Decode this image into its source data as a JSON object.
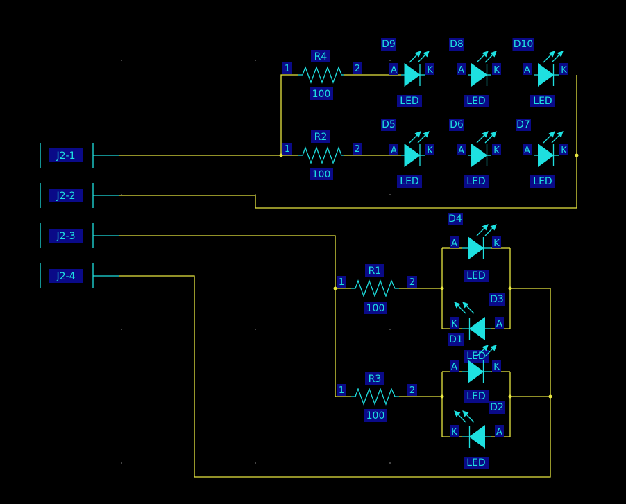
{
  "connector_pins": [
    "J2-1",
    "J2-2",
    "J2-3",
    "J2-4"
  ],
  "resistors": [
    {
      "ref": "R4",
      "value": "100",
      "pin1": "1",
      "pin2": "2"
    },
    {
      "ref": "R2",
      "value": "100",
      "pin1": "1",
      "pin2": "2"
    },
    {
      "ref": "R1",
      "value": "100",
      "pin1": "1",
      "pin2": "2"
    },
    {
      "ref": "R3",
      "value": "100",
      "pin1": "1",
      "pin2": "2"
    }
  ],
  "leds": [
    {
      "ref": "D9",
      "type": "LED",
      "anode": "A",
      "cathode": "K"
    },
    {
      "ref": "D8",
      "type": "LED",
      "anode": "A",
      "cathode": "K"
    },
    {
      "ref": "D10",
      "type": "LED",
      "anode": "A",
      "cathode": "K"
    },
    {
      "ref": "D5",
      "type": "LED",
      "anode": "A",
      "cathode": "K"
    },
    {
      "ref": "D6",
      "type": "LED",
      "anode": "A",
      "cathode": "K"
    },
    {
      "ref": "D7",
      "type": "LED",
      "anode": "A",
      "cathode": "K"
    },
    {
      "ref": "D4",
      "type": "LED",
      "anode": "A",
      "cathode": "K"
    },
    {
      "ref": "D3",
      "type": "LED",
      "anode": "A",
      "cathode": "K"
    },
    {
      "ref": "D1",
      "type": "LED",
      "anode": "A",
      "cathode": "K"
    },
    {
      "ref": "D2",
      "type": "LED",
      "anode": "A",
      "cathode": "K"
    }
  ],
  "colors": {
    "background": "#000000",
    "wire": "#e8e640",
    "symbol": "#1ee0e0",
    "label_box": "#0a0a88"
  }
}
